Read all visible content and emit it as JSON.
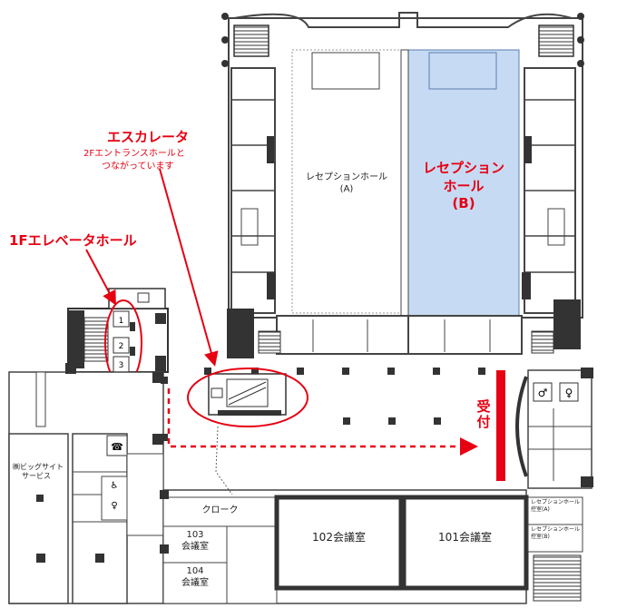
{
  "callouts": {
    "escalator_title": "エスカレータ",
    "escalator_sub1": "2Fエントランスホールと",
    "escalator_sub2": "つながっています",
    "elevator_hall": "1Fエレベータホール",
    "reception": "受付"
  },
  "rooms": {
    "hall_a_line1": "レセプションホール",
    "hall_a_line2": "(A)",
    "hall_b_line1": "レセプション",
    "hall_b_line2": "ホール",
    "hall_b_line3": "(B)",
    "room_102": "102会議室",
    "room_101": "101会議室",
    "room_103_line1": "103",
    "room_103_line2": "会議室",
    "room_104_line1": "104",
    "room_104_line2": "会議室",
    "cloak": "クローク",
    "service_line1": "㈱ビッグサイト",
    "service_line2": "サービス",
    "waiting_a_line1": "レセプションホール",
    "waiting_a_line2": "控室(A)",
    "waiting_b_line1": "レセプションホール",
    "waiting_b_line2": "控室(B)"
  },
  "elevators": [
    "1",
    "2",
    "3"
  ],
  "colors": {
    "highlight_hall": "#c7daf3",
    "accent_red": "#e60012",
    "wall": "#333333"
  }
}
